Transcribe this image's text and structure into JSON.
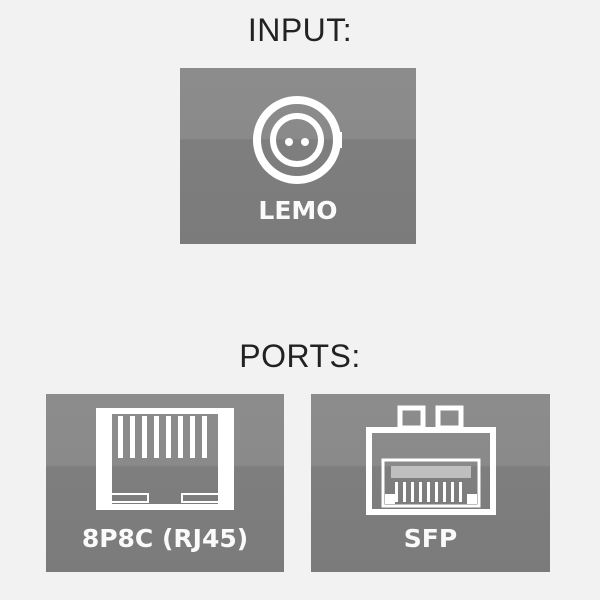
{
  "input_section": {
    "heading": "INPUT:",
    "options": [
      {
        "label": "LEMO",
        "icon": "lemo-connector-icon"
      }
    ]
  },
  "ports_section": {
    "heading": "PORTS:",
    "options": [
      {
        "label": "8P8C (RJ45)",
        "icon": "rj45-port-icon"
      },
      {
        "label": "SFP",
        "icon": "sfp-port-icon"
      }
    ]
  },
  "colors": {
    "background": "#f2f2f2",
    "tile": "#838383",
    "icon": "#ffffff"
  }
}
